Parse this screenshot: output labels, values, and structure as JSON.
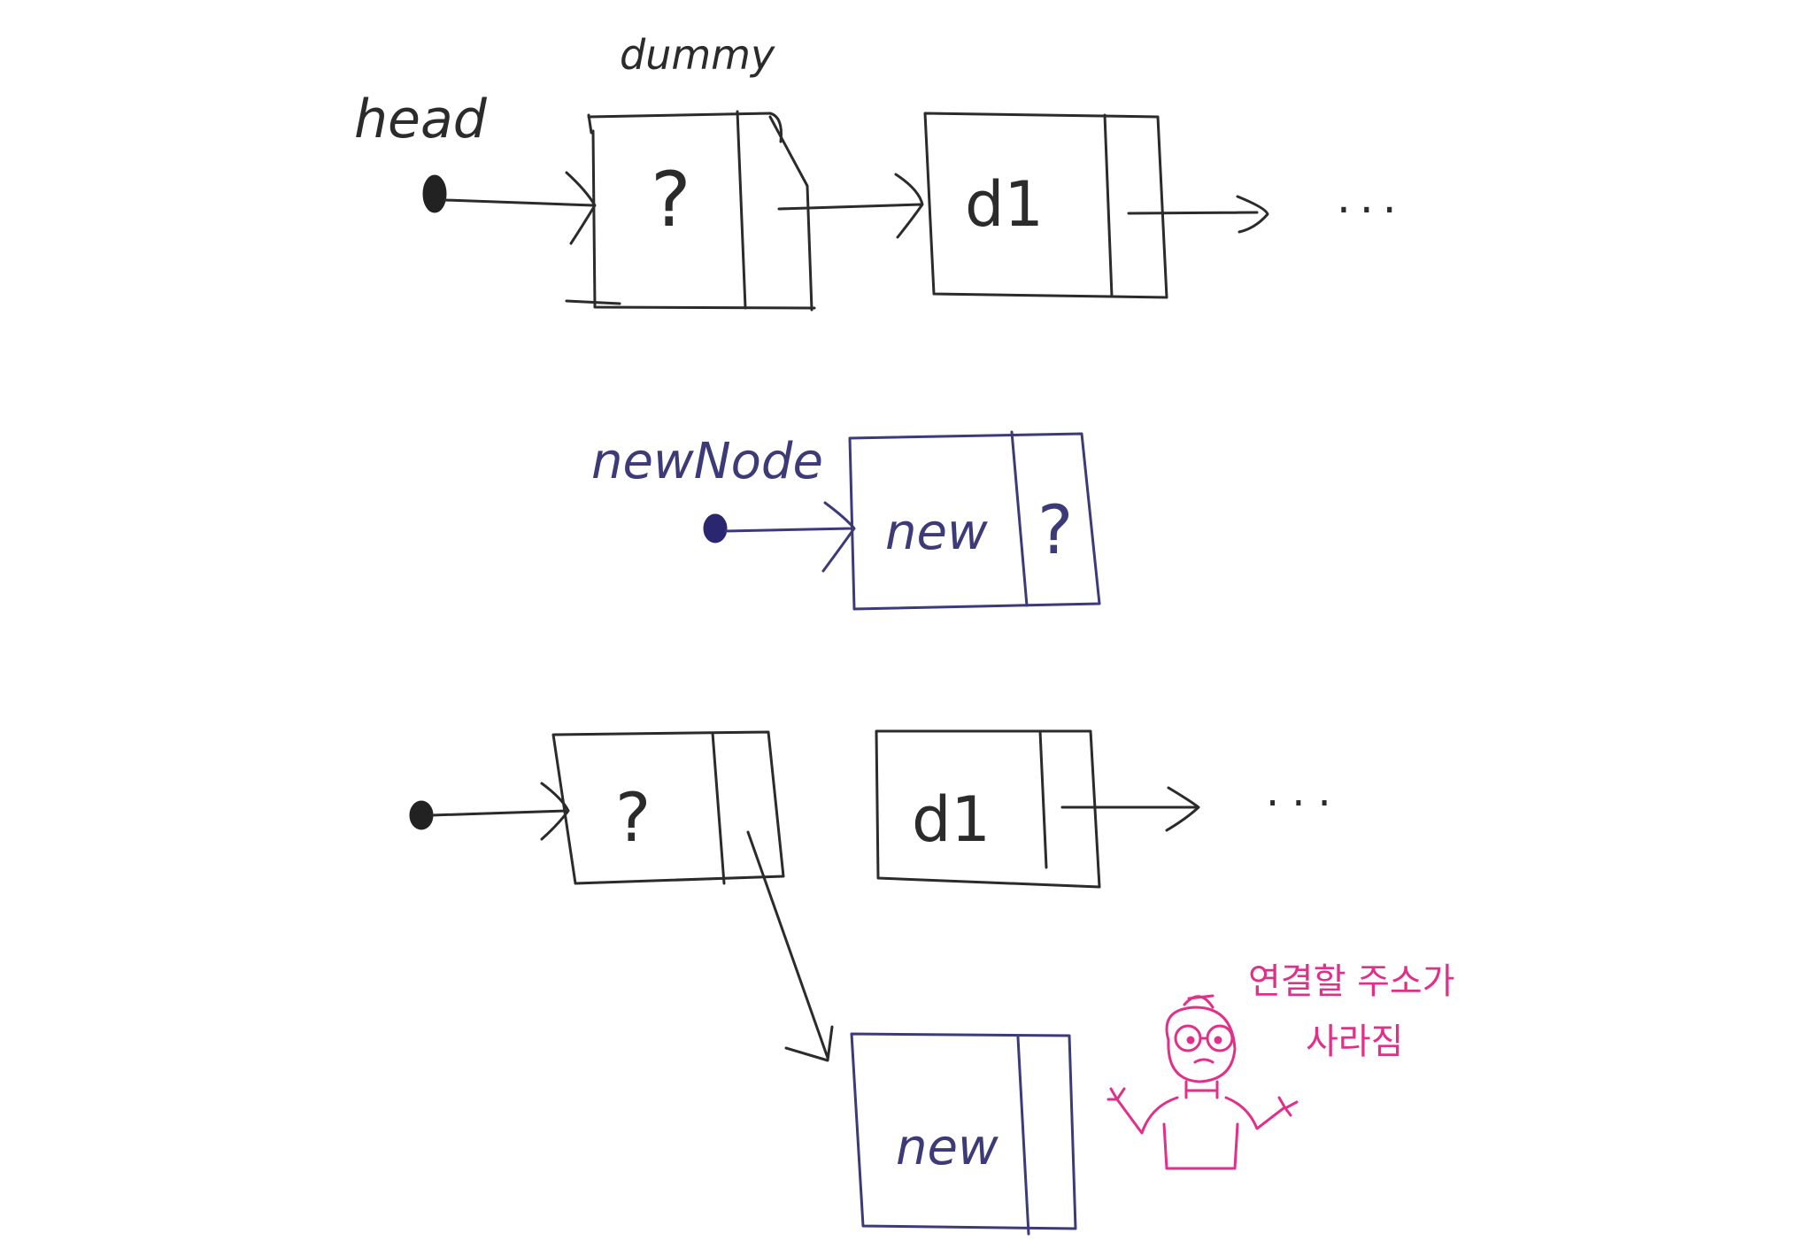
{
  "colors": {
    "pencil_black": "#2b2b2b",
    "pencil_blue": "#3d3a78",
    "pencil_pink": "#e0308a"
  },
  "top_list": {
    "head_label": "head",
    "dummy_label": "dummy",
    "dummy_value": "?",
    "d1_value": "d1",
    "ellipsis": "..."
  },
  "new_node": {
    "pointer_label": "newNode",
    "value": "new",
    "next_value": "?"
  },
  "bottom_list": {
    "dummy_value": "?",
    "d1_value": "d1",
    "ellipsis": "...",
    "new_value": "new"
  },
  "annotation": {
    "line1": "연결할 주소가",
    "line2": "사라짐"
  }
}
